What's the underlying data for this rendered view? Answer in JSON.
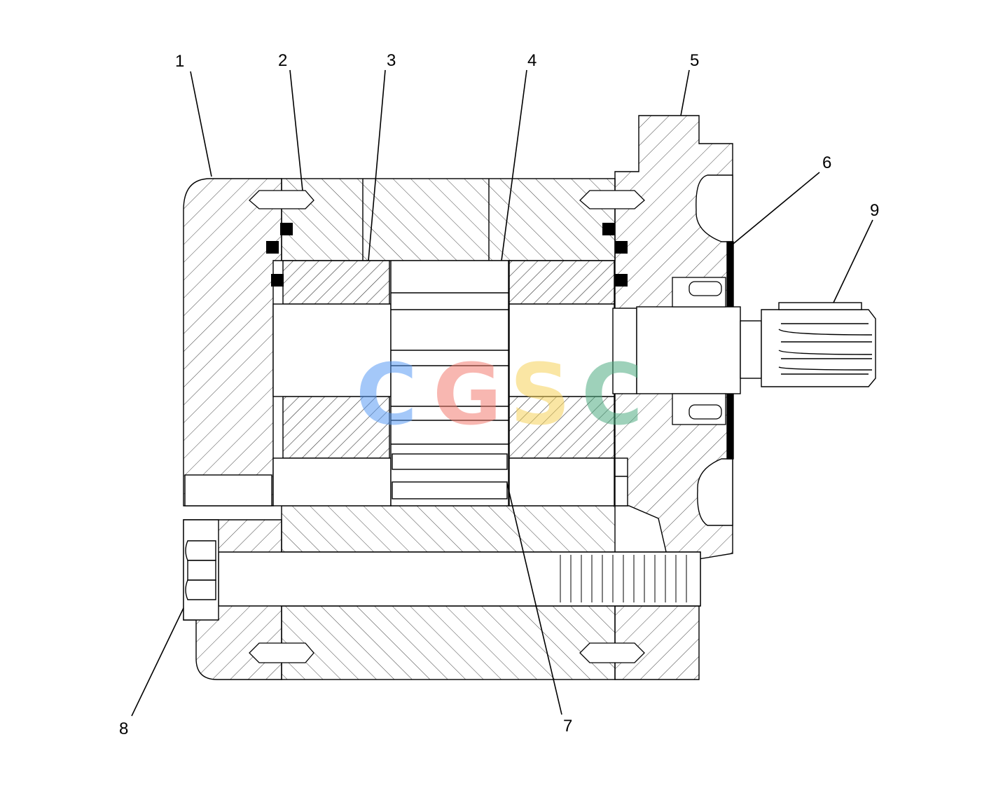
{
  "diagram": {
    "callouts": [
      {
        "id": "1",
        "label": "1"
      },
      {
        "id": "2",
        "label": "2"
      },
      {
        "id": "3",
        "label": "3"
      },
      {
        "id": "4",
        "label": "4"
      },
      {
        "id": "5",
        "label": "5"
      },
      {
        "id": "6",
        "label": "6"
      },
      {
        "id": "7",
        "label": "7"
      },
      {
        "id": "8",
        "label": "8"
      },
      {
        "id": "9",
        "label": "9"
      }
    ]
  },
  "watermark": {
    "letters": [
      "C",
      "G",
      "S",
      "C"
    ],
    "colors": [
      "#5b9cf5",
      "#f47e72",
      "#f6d35a",
      "#4fad82"
    ]
  },
  "colors": {
    "line": "#000000",
    "hatch": "#444444",
    "seal": "#000000",
    "background": "#ffffff"
  }
}
